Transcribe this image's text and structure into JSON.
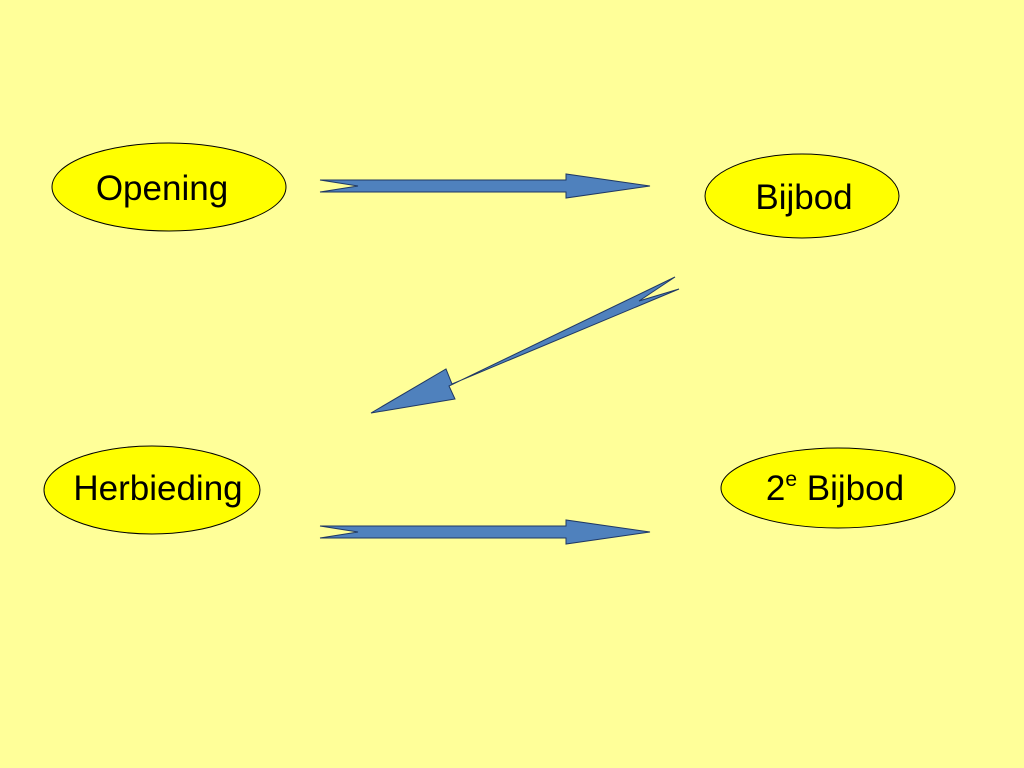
{
  "colors": {
    "background": "#FFFF99",
    "node_fill": "#FFFF00",
    "node_stroke": "#000000",
    "arrow_fill": "#4F81BD",
    "arrow_stroke": "#1F3864"
  },
  "nodes": {
    "opening": {
      "label": "Opening"
    },
    "bijbod": {
      "label": "Bijbod"
    },
    "herbieding": {
      "label": "Herbieding"
    },
    "second_bijbod": {
      "number": "2",
      "superscript": "e",
      "label": " Bijbod"
    }
  },
  "edges": [
    {
      "from": "Opening",
      "to": "Bijbod"
    },
    {
      "from": "Bijbod",
      "to": "Herbieding"
    },
    {
      "from": "Herbieding",
      "to": "2e Bijbod"
    }
  ]
}
